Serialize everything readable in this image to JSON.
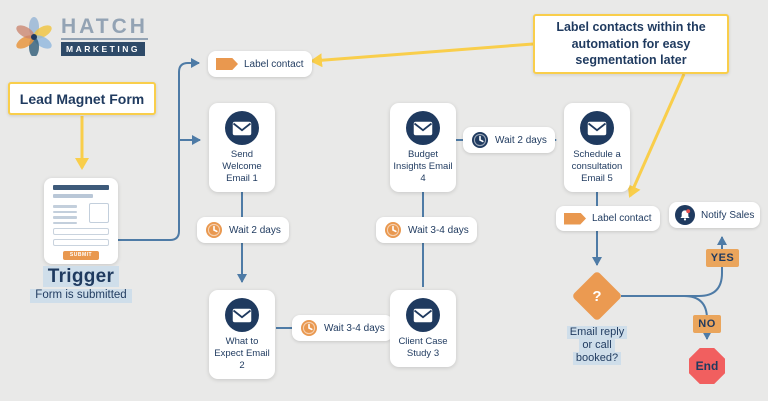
{
  "logo": {
    "brand": "HATCH",
    "sub": "MARKETING"
  },
  "lead_magnet": {
    "label": "Lead Magnet Form"
  },
  "trigger": {
    "form_submit_label": "SUBMIT",
    "title": "Trigger",
    "subtitle": "Form is submitted"
  },
  "callout": {
    "text": "Label contacts within the automation for easy segmentation later"
  },
  "actions": {
    "label_contact_top": "Label contact",
    "label_contact_mid": "Label contact",
    "notify_sales": "Notify Sales"
  },
  "emails": [
    {
      "label": "Send Welcome Email 1"
    },
    {
      "label": "What to Expect Email 2"
    },
    {
      "label": "Client Case Study 3"
    },
    {
      "label": "Budget Insights Email 4"
    },
    {
      "label": "Schedule a consultation Email 5"
    }
  ],
  "waits": [
    {
      "label": "Wait 2 days",
      "icon_color": "orange"
    },
    {
      "label": "Wait 3-4 days",
      "icon_color": "orange"
    },
    {
      "label": "Wait 3-4 days",
      "icon_color": "orange"
    },
    {
      "label": "Wait 2 days",
      "icon_color": "navy"
    }
  ],
  "decision": {
    "symbol": "?",
    "question_lines": [
      "Email reply",
      "or call",
      "booked?"
    ]
  },
  "branch_labels": {
    "yes": "YES",
    "no": "NO"
  },
  "end_label": "End",
  "colors": {
    "navy": "#1f3a5f",
    "line_blue": "#4e7ba6",
    "orange": "#e9984f",
    "yellow": "#f9ce4b",
    "tan_badge": "#eaa55c",
    "red": "#f15f5f",
    "highlight": "#cfdeea",
    "background": "#e9e9e8"
  }
}
